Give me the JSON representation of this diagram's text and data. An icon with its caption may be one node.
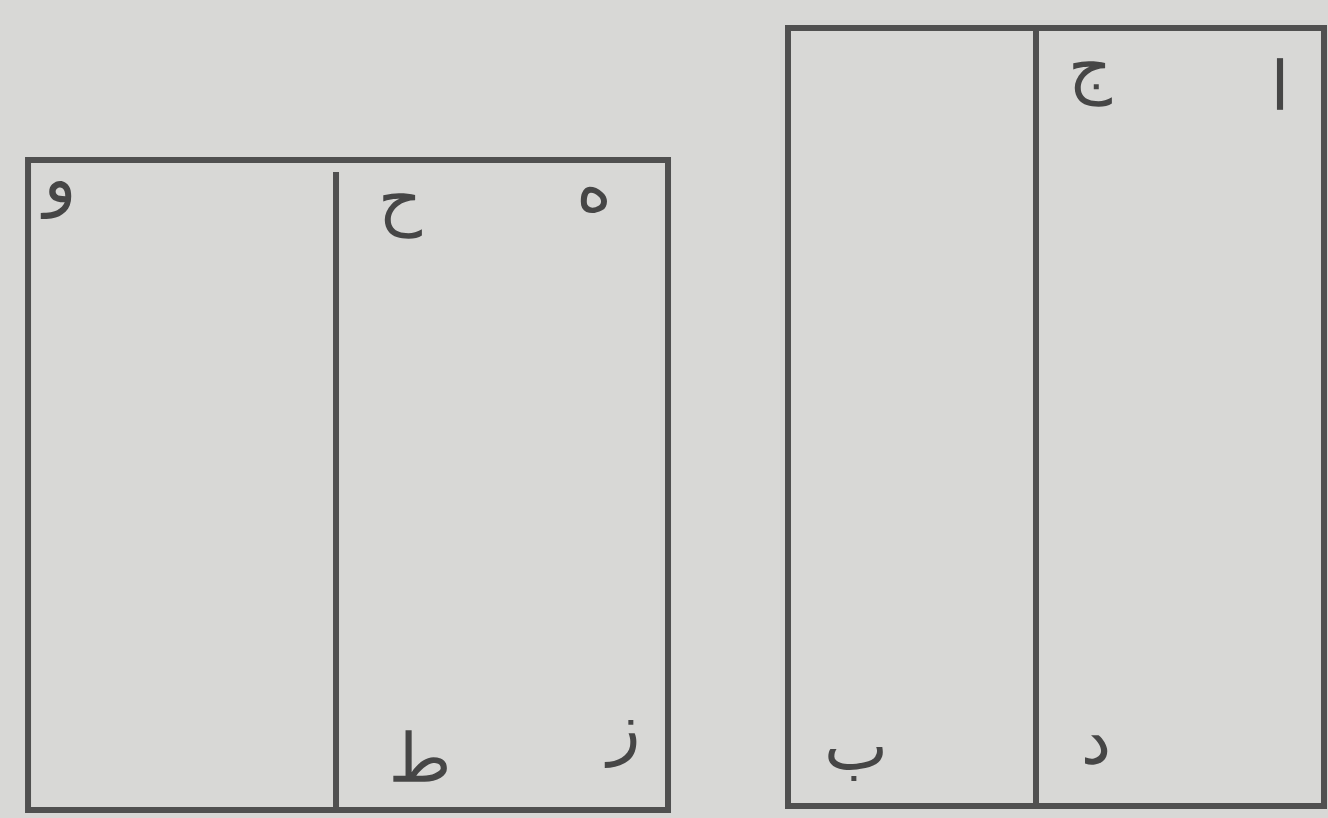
{
  "diagram": {
    "labels": [
      "ج",
      "ا",
      "و",
      "ح",
      "ه",
      "ط",
      "ز",
      "ب",
      "د"
    ]
  }
}
